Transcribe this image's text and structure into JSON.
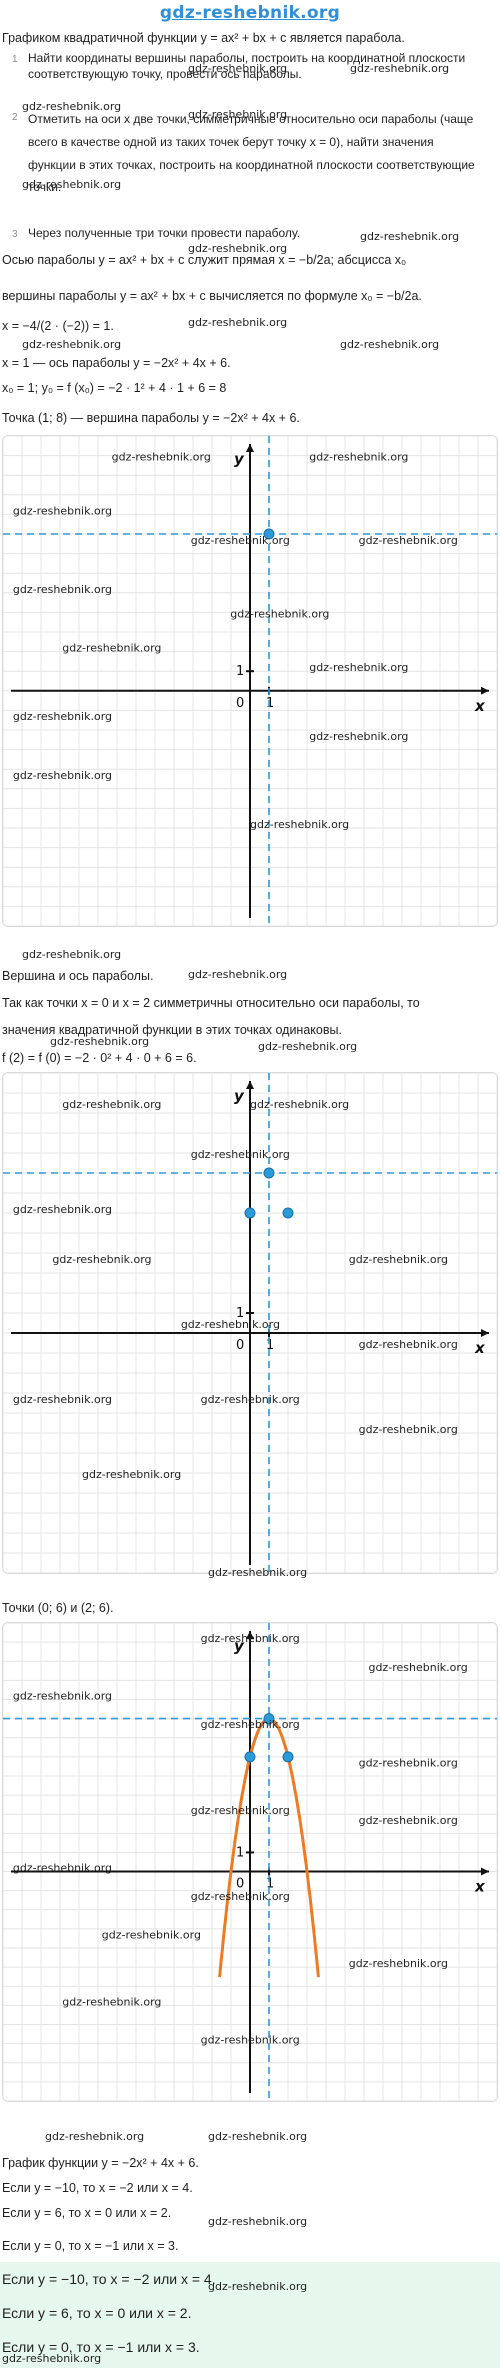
{
  "site_title": "gdz-reshebnik.org",
  "watermark": "gdz-reshebnik.org",
  "intro": "Графиком квадратичной функции y = ax² + bx + c является парабола.",
  "steps": [
    {
      "num": "1",
      "text": "Найти координаты вершины параболы, построить на координатной плоскости соответствующую точку, провести ось параболы."
    },
    {
      "num": "2",
      "text": "Отметить на оси x две точки, симметричные относительно оси параболы (чаще всего в качестве одной из таких точек берут точку x = 0), найти значения функции в этих точках, построить на координатной плоскости соответствующие точки."
    },
    {
      "num": "3",
      "text": "Через полученные три точки провести параболу."
    }
  ],
  "sol": {
    "axis_line": "Осью параболы y = ax² + bx + c служит прямая x = −b/2a; абсцисса x₀",
    "vertex_line": "вершины параболы y = ax² + bx + c вычисляется по формуле x₀ = −b/2a.",
    "x_calc": "x = −4/(2 · (−2)) = 1.",
    "axis_result": "x = 1 — ось параболы y = −2x² + 4x + 6.",
    "y0_calc": "x₀ = 1; y₀ = f (x₀) = −2 · 1² + 4 · 1 + 6 = 8",
    "vertex_result": "Точка (1; 8) — вершина параболы y = −2x² + 4x + 6.",
    "caption1": "Вершина и ось параболы.",
    "sym_text1": "Так как точки x = 0 и x = 2 симметричны относительно оси параболы, то",
    "sym_text2": "значения квадратичной функции в этих точках одинаковы.",
    "f_calc": "f (2) = f (0) = −2 · 0² + 4 · 0 + 6 = 6.",
    "points": "Точки (0; 6) и (2; 6).",
    "caption3": "График функции y = −2x² + 4x + 6.",
    "answers": [
      "Если y = −10, то x = −2 или x = 4.",
      "Если y = 6, то x = 0 или x = 2.",
      "Если y = 0, то x = −1 или x = 3."
    ]
  },
  "graph_labels": {
    "x": "x",
    "y": "y",
    "origin": "0",
    "one_x": "1",
    "one_y": "1"
  },
  "colors": {
    "dashed": "#2b9ad8",
    "point": "#2b9ad8",
    "curve": "#ee7a22",
    "grid": "#e4e4e4",
    "highlight": "#e6f7ee"
  },
  "chart_data": [
    {
      "type": "line",
      "title": "",
      "xlabel": "x",
      "ylabel": "y",
      "grid": true,
      "xlim": [
        -13,
        13
      ],
      "ylim": [
        -12,
        13
      ],
      "axis_of_symmetry": 1,
      "vertex": [
        1,
        8
      ],
      "points": [
        [
          1,
          8
        ]
      ],
      "curve": false
    },
    {
      "type": "line",
      "title": "",
      "xlabel": "x",
      "ylabel": "y",
      "grid": true,
      "xlim": [
        -13,
        13
      ],
      "ylim": [
        -12,
        13
      ],
      "axis_of_symmetry": 1,
      "vertex": [
        1,
        8
      ],
      "points": [
        [
          1,
          8
        ],
        [
          0,
          6
        ],
        [
          2,
          6
        ]
      ],
      "curve": false
    },
    {
      "type": "line",
      "title": "",
      "xlabel": "x",
      "ylabel": "y",
      "grid": true,
      "xlim": [
        -13,
        13
      ],
      "ylim": [
        -12,
        13
      ],
      "axis_of_symmetry": 1,
      "vertex": [
        1,
        8
      ],
      "points": [
        [
          1,
          8
        ],
        [
          0,
          6
        ],
        [
          2,
          6
        ]
      ],
      "curve": true,
      "function": {
        "a": -2,
        "b": 4,
        "c": 6
      },
      "curve_x_range": [
        -1.6,
        3.6
      ]
    }
  ]
}
